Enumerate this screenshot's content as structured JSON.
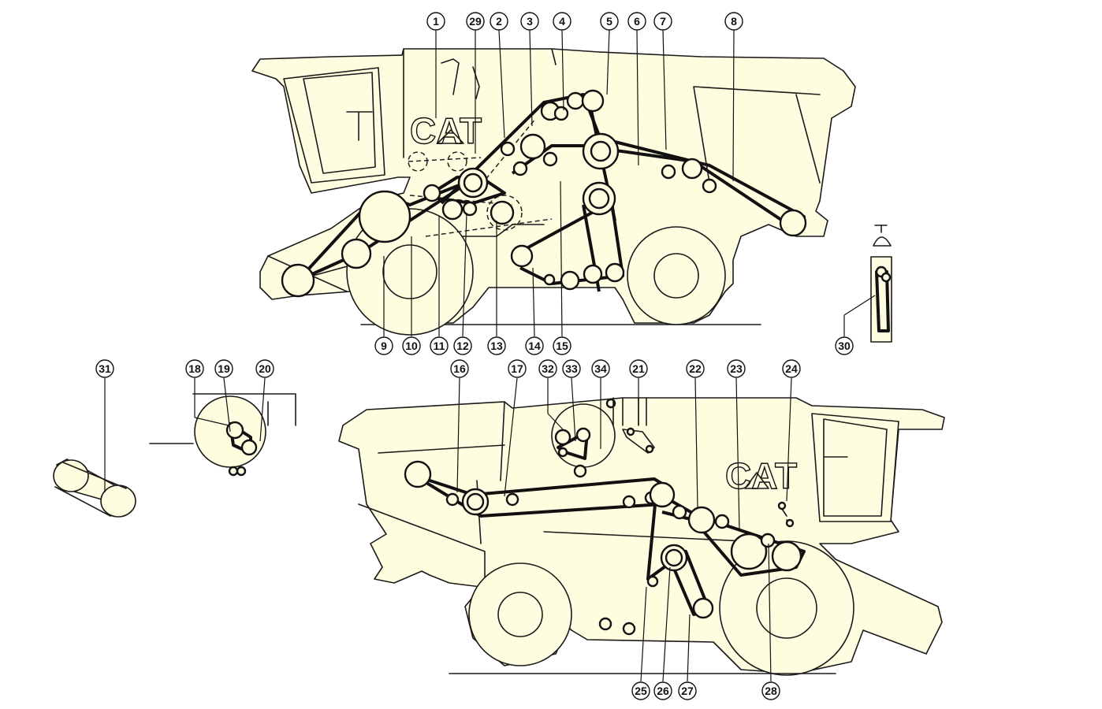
{
  "diagram": {
    "upper_machine": {
      "brand_logo": "CAT"
    },
    "lower_machine": {
      "brand_logo": "CAT"
    },
    "callouts": [
      "1",
      "2",
      "3",
      "4",
      "5",
      "6",
      "7",
      "8",
      "9",
      "10",
      "11",
      "12",
      "13",
      "14",
      "15",
      "16",
      "17",
      "18",
      "19",
      "20",
      "21",
      "22",
      "23",
      "24",
      "25",
      "26",
      "27",
      "28",
      "29",
      "30",
      "31",
      "32",
      "33",
      "34"
    ]
  }
}
